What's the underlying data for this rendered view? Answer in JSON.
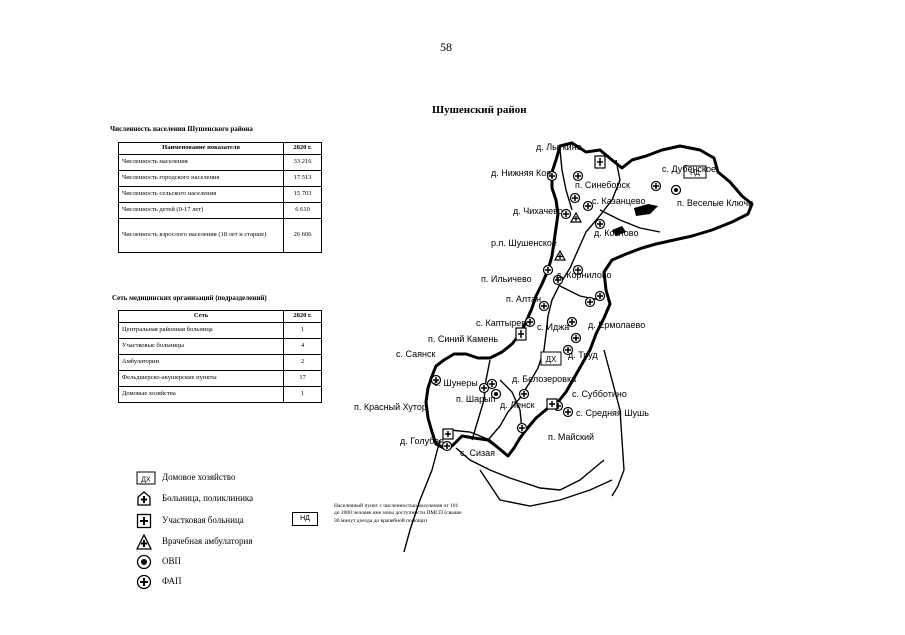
{
  "page_number": "58",
  "map_title": "Шушенский район",
  "population_table": {
    "title": "Численность населения Шушенского района",
    "header": [
      "Наименование показателя",
      "2020 г."
    ],
    "rows": [
      [
        "Численность населения",
        "33 216"
      ],
      [
        "Численность городского населения",
        "17 513"
      ],
      [
        "Численность сельского населения",
        "15 703"
      ],
      [
        "Численность детей (0-17 лет)",
        "6 610"
      ],
      [
        "Численность взрослого населения (18 лет и старше)",
        "26 606"
      ]
    ]
  },
  "medical_table": {
    "title": "Сеть медицинских организаций (подразделений)",
    "header": [
      "Сеть",
      "2020 г."
    ],
    "rows": [
      [
        "Центральная районная больница",
        "1"
      ],
      [
        "Участковые больницы",
        "4"
      ],
      [
        "Амбулатории",
        "2"
      ],
      [
        "Фельдшерско-акушерские пункты",
        "17"
      ],
      [
        "Домовые хозяйства",
        "1"
      ]
    ]
  },
  "legend": {
    "items": [
      {
        "icon": "dx-box-icon",
        "symbol": "ДХ",
        "label": "Домовое хозяйство"
      },
      {
        "icon": "hospital-polyclinic-icon",
        "label": "Больница, поликлиника"
      },
      {
        "icon": "district-hospital-icon",
        "label": "Участковая больница"
      },
      {
        "icon": "outpatient-clinic-icon",
        "label": "Врачебная амбулатория"
      },
      {
        "icon": "ovp-icon",
        "label": "ОВП"
      },
      {
        "icon": "fap-icon",
        "label": "ФАП"
      }
    ],
    "nd_symbol": "НД",
    "nd_description": "Населенный пункт с численностью населения от 101 до 2000 человек вне зоны доступности ПМСП (свыше 30 минут доезда до врачебной помощи)"
  },
  "map": {
    "dx_label": "ДХ",
    "nd_label": "НД",
    "places": [
      "д. Лыткино",
      "д. Нижняя Коя",
      "п. Синеборск",
      "с. Дубенское",
      "с. Казанцево",
      "д. Чихачево",
      "п. Веселые Ключи",
      "д. Козлово",
      "р.п. Шушенское",
      "п. Ильичево",
      "д. Корнилово",
      "п. Алтан",
      "с. Каптырево",
      "с. Иджа",
      "д. Ермолаево",
      "п. Синий Камень",
      "с. Саянск",
      "д. Труд",
      "д. Белозеровка",
      "с. Шунеры",
      "с. Субботино",
      "п. Шарып",
      "д. Ленск",
      "п. Красный Хутор",
      "с. Средняя Шушь",
      "п. Майский",
      "д. Голубая",
      "с. Сизая"
    ]
  }
}
